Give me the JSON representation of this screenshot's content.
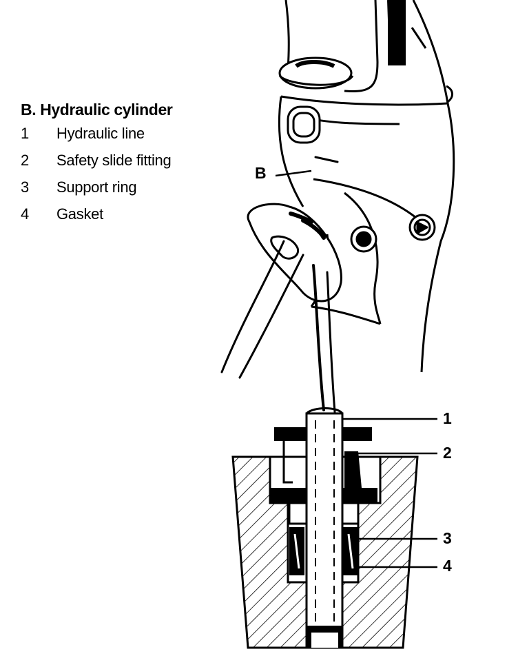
{
  "legend": {
    "title": "B. Hydraulic cylinder",
    "items": [
      {
        "number": "1",
        "label": "Hydraulic line"
      },
      {
        "number": "2",
        "label": "Safety slide fitting"
      },
      {
        "number": "3",
        "label": "Support ring"
      },
      {
        "number": "4",
        "label": "Gasket"
      }
    ]
  },
  "callouts": {
    "b": "B",
    "n1": "1",
    "n2": "2",
    "n3": "3",
    "n4": "4"
  }
}
